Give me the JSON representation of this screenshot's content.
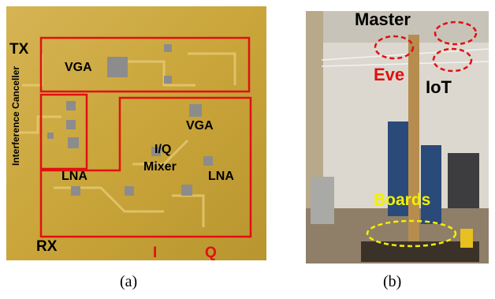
{
  "panel_a": {
    "labels": {
      "tx": "TX",
      "vga_tx": "VGA",
      "canceller": "Interference Canceller",
      "vga_rx": "VGA",
      "iq_mixer_1": "I/Q",
      "iq_mixer_2": "Mixer",
      "lna_left": "LNA",
      "lna_right": "LNA",
      "rx": "RX",
      "i": "I",
      "q": "Q"
    },
    "caption": "(a)"
  },
  "panel_b": {
    "labels": {
      "master": "Master",
      "eve": "Eve",
      "iot": "IoT",
      "boards": "Boards"
    },
    "caption": "(b)"
  },
  "colors": {
    "chip_gold": "#c9a53a",
    "box_red": "#e01010",
    "boards_yellow": "#f4f000",
    "pad_gray": "#8c8c8c"
  }
}
